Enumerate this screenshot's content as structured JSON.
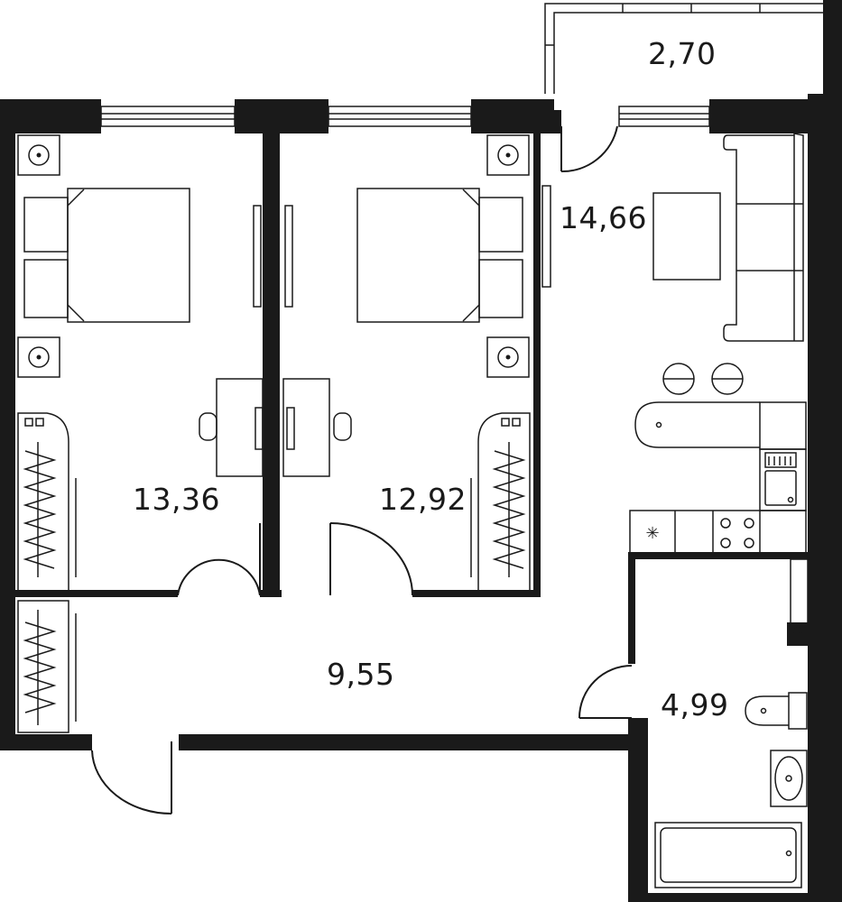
{
  "rooms": [
    {
      "id": "balcony",
      "area": "2,70"
    },
    {
      "id": "living-kitchen",
      "area": "14,66"
    },
    {
      "id": "bedroom-left",
      "area": "13,36"
    },
    {
      "id": "bedroom-right",
      "area": "12,92"
    },
    {
      "id": "hallway",
      "area": "9,55"
    },
    {
      "id": "bathroom",
      "area": "4,99"
    }
  ],
  "colors": {
    "wall": "#1a1a1a",
    "background": "#ffffff"
  },
  "icons": {
    "fridge": "asterisk-icon"
  }
}
